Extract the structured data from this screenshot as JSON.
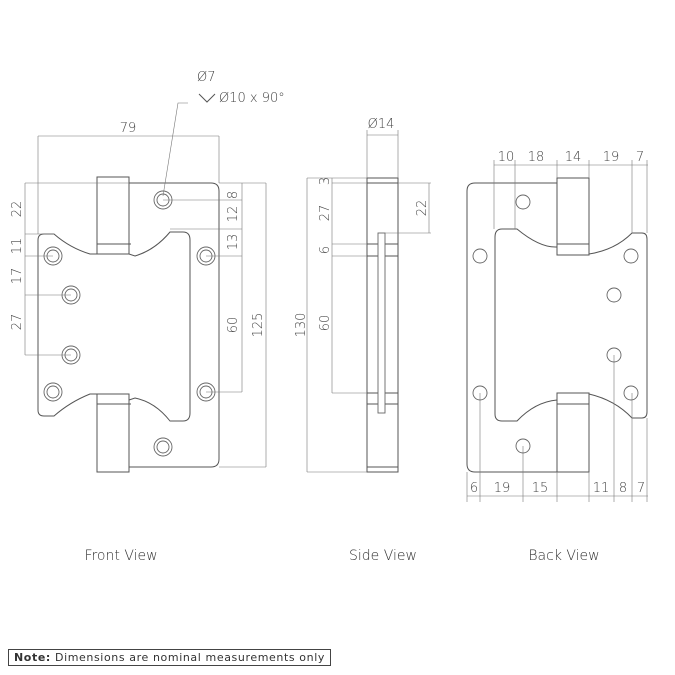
{
  "views": {
    "front": "Front View",
    "side": "Side View",
    "back": "Back View"
  },
  "front_dims": {
    "width": "79",
    "hole": "Ø7",
    "countersink": "Ø10 x 90°",
    "r8": "8",
    "r12": "12",
    "r13": "13",
    "r60": "60",
    "r125": "125",
    "l22": "22",
    "l11": "11",
    "l17": "17",
    "l27": "27"
  },
  "side_dims": {
    "pin": "Ø14",
    "s3": "3",
    "s27": "27",
    "s6": "6",
    "s60": "60",
    "s130": "130",
    "s22": "22"
  },
  "back_dims": {
    "top": [
      "10",
      "18",
      "14",
      "19",
      "7"
    ],
    "bottom": [
      "6",
      "19",
      "15",
      "11",
      "8",
      "7"
    ]
  },
  "note": {
    "label": "Note:",
    "text": "Dimensions are nominal measurements only"
  }
}
